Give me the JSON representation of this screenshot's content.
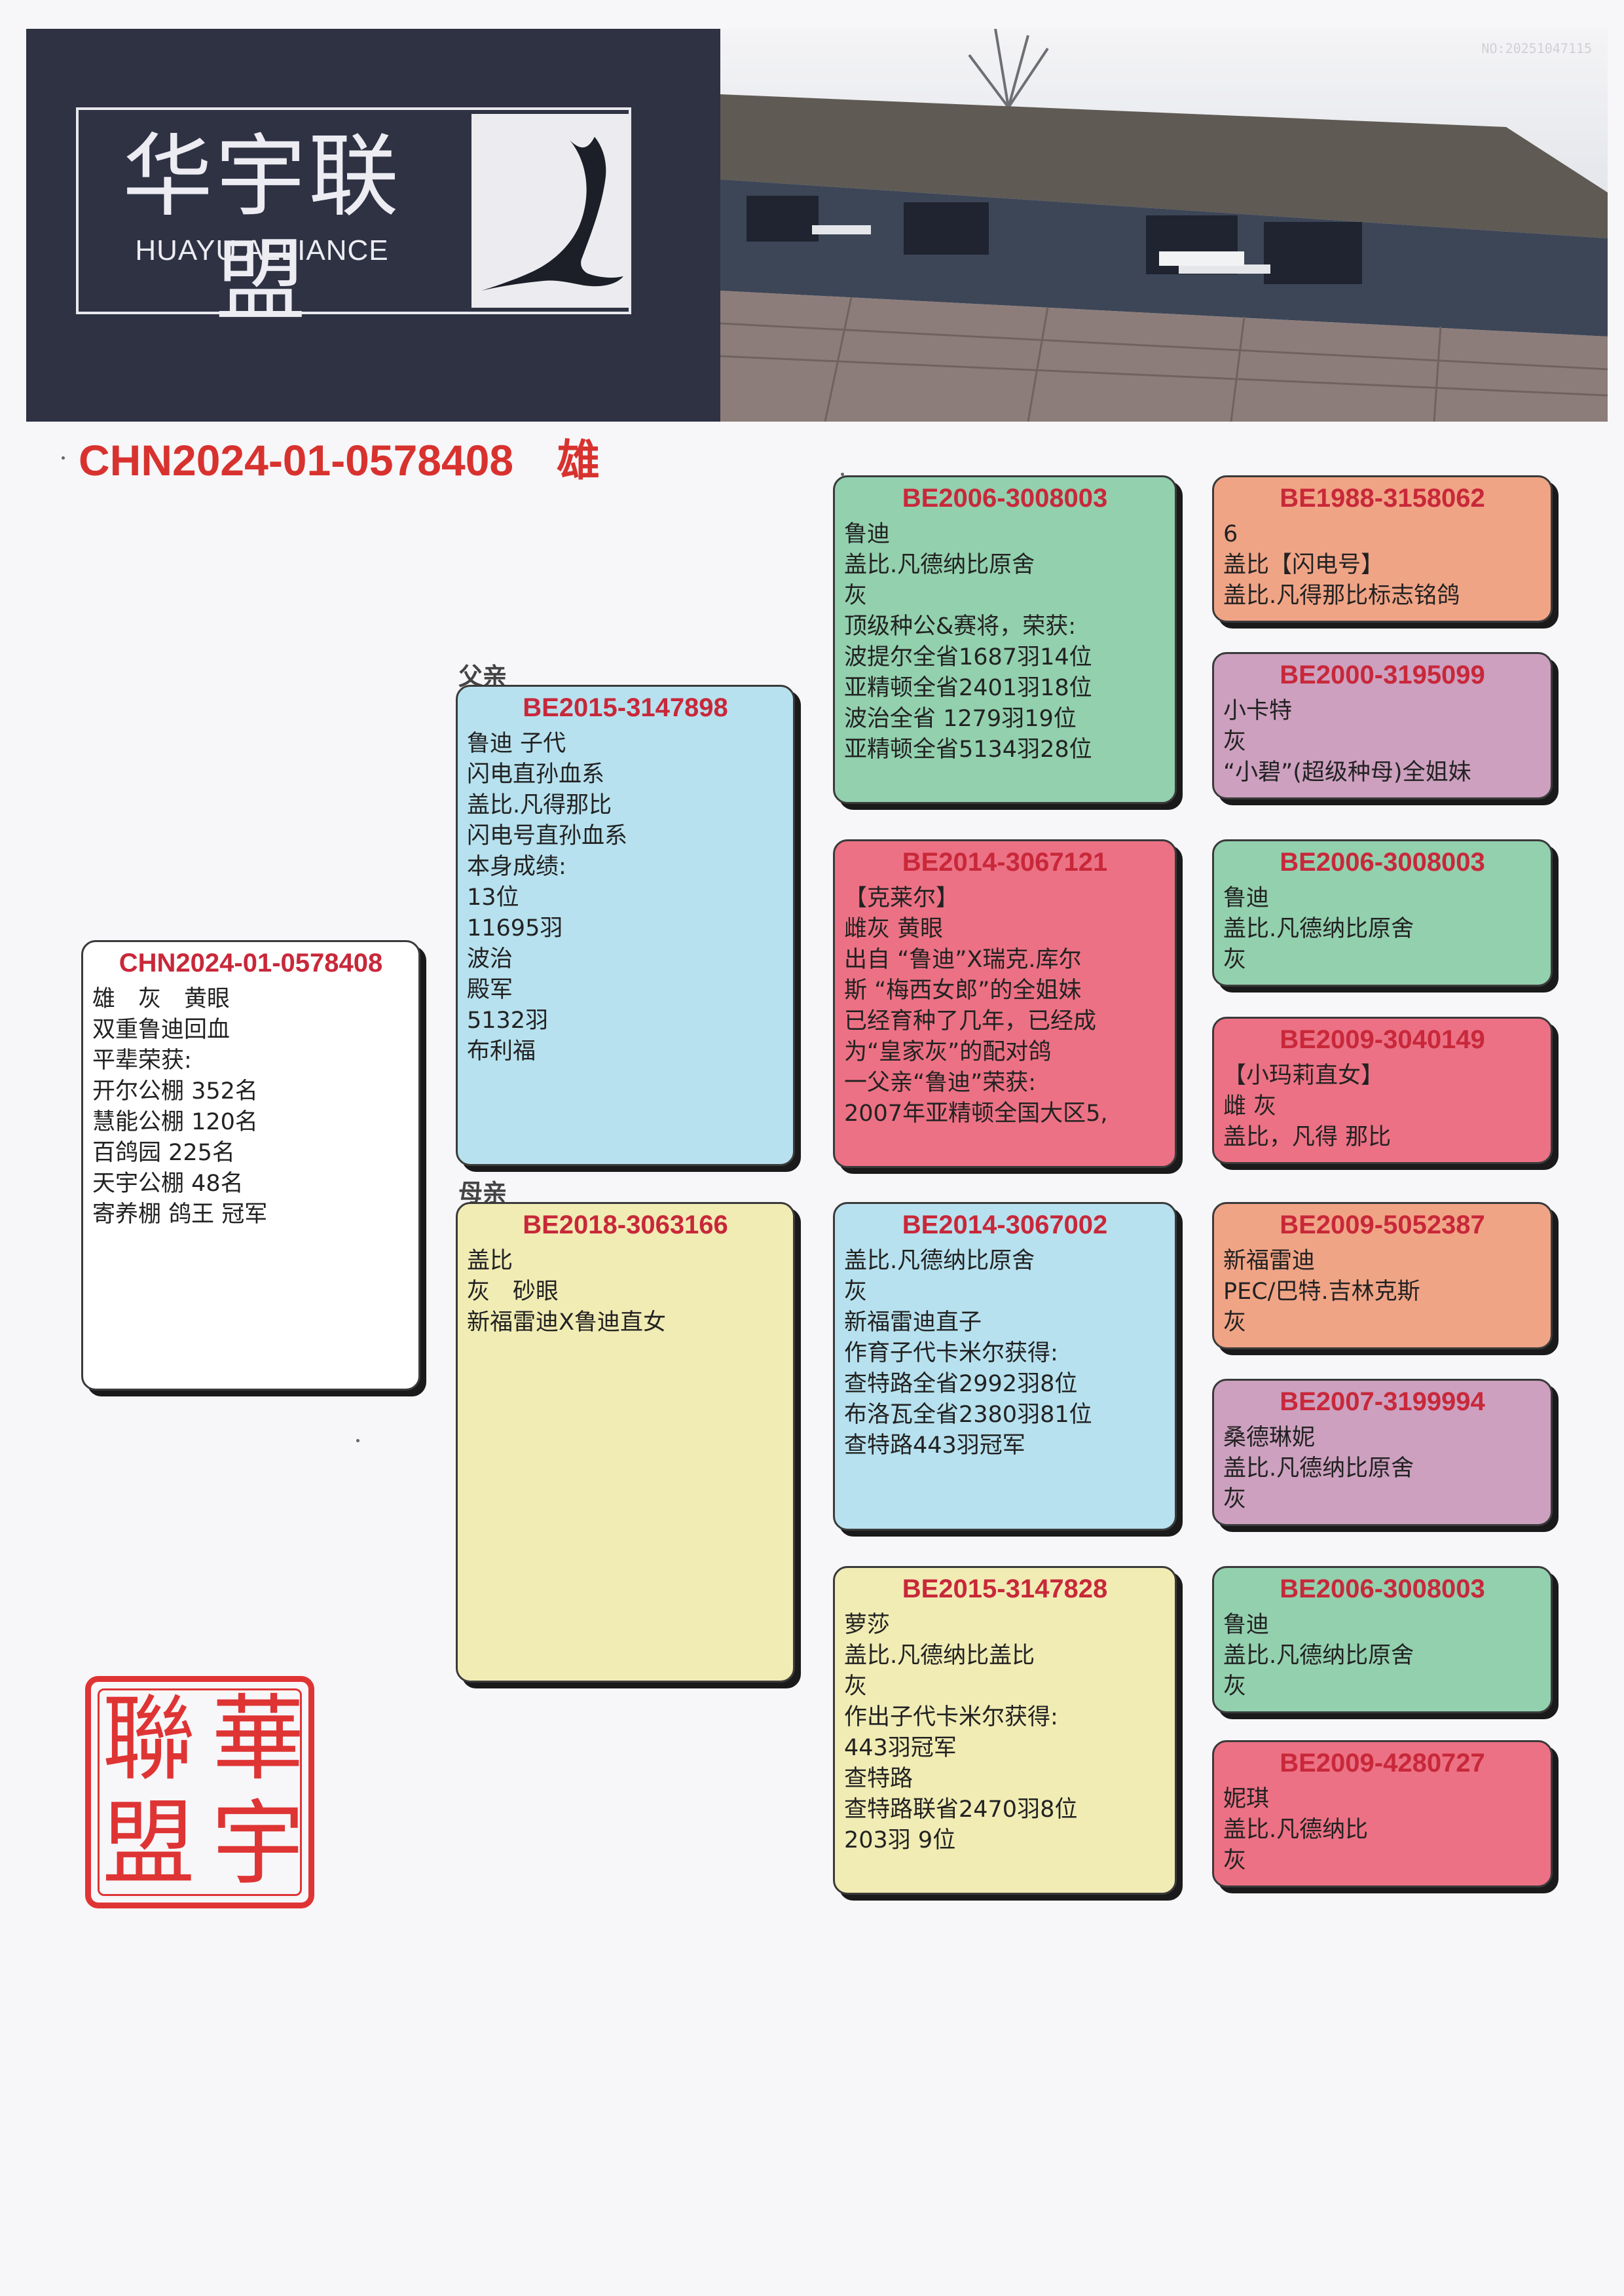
{
  "header": {
    "logo_cn": "华宇联盟",
    "logo_en": "HUAYU ALLIANCE",
    "serial": "NO:20251047115"
  },
  "title": {
    "ring": "CHN2024-01-0578408",
    "sex": "雄"
  },
  "labels": {
    "father": "父亲",
    "mother": "母亲"
  },
  "subject": {
    "id": "CHN2024-01-0578408",
    "lines": [
      "雄　灰　黄眼",
      "双重鲁迪回血",
      "平辈荣获:",
      "开尔公棚 352名",
      "慧能公棚 120名",
      "百鸽园 225名",
      "天宇公棚 48名",
      "寄养棚 鸽王 冠军"
    ]
  },
  "father": {
    "id": "BE2015-3147898",
    "lines": [
      "鲁迪 子代",
      "闪电直孙血系",
      "盖比.凡得那比",
      "闪电号直孙血系",
      "本身成绩:",
      "13位",
      "11695羽",
      "波治",
      "殿军",
      "5132羽",
      "布利福"
    ]
  },
  "mother": {
    "id": "BE2018-3063166",
    "lines": [
      "盖比",
      "灰　砂眼",
      "新福雷迪X鲁迪直女"
    ]
  },
  "grandparents": [
    {
      "id": "BE2006-3008003",
      "lines": [
        "鲁迪",
        "盖比.凡德纳比原舍",
        "灰",
        "顶级种公&赛将，荣获:",
        "波提尔全省1687羽14位",
        "亚精顿全省2401羽18位",
        "波治全省  1279羽19位",
        "亚精顿全省5134羽28位"
      ]
    },
    {
      "id": "BE2014-3067121",
      "lines": [
        "【克莱尔】",
        "雌灰 黄眼",
        "出自 “鲁迪”X瑞克.库尔",
        "斯 “梅西女郎”的全姐妹",
        "已经育种了几年，已经成",
        "为“皇家灰”的配对鸽",
        "一父亲“鲁迪”荣获:",
        "2007年亚精顿全国大区5,"
      ]
    },
    {
      "id": "BE2014-3067002",
      "lines": [
        "盖比.凡德纳比原舍",
        "灰",
        "新福雷迪直子",
        "作育子代卡米尔获得:",
        "查特路全省2992羽8位",
        "布洛瓦全省2380羽81位",
        "查特路443羽冠军"
      ]
    },
    {
      "id": "BE2015-3147828",
      "lines": [
        "萝莎",
        "盖比.凡德纳比盖比",
        "灰",
        "作出子代卡米尔获得:",
        "443羽冠军",
        "查特路",
        "查特路联省2470羽8位",
        "203羽 9位"
      ]
    }
  ],
  "great_grandparents": [
    {
      "id": "BE1988-3158062",
      "lines": [
        "6",
        "盖比【闪电号】",
        "盖比.凡得那比标志铭鸽"
      ]
    },
    {
      "id": "BE2000-3195099",
      "lines": [
        "小卡特",
        "灰",
        "“小碧”(超级种母)全姐妹"
      ]
    },
    {
      "id": "BE2006-3008003",
      "lines": [
        "鲁迪",
        "盖比.凡德纳比原舍",
        "灰"
      ]
    },
    {
      "id": "BE2009-3040149",
      "lines": [
        "【小玛莉直女】",
        "雌 灰",
        "盖比，凡得 那比"
      ]
    },
    {
      "id": "BE2009-5052387",
      "lines": [
        "新福雷迪",
        "PEC/巴特.吉林克斯",
        "灰"
      ]
    },
    {
      "id": "BE2007-3199994",
      "lines": [
        "桑德琳妮",
        "盖比.凡德纳比原舍",
        "灰"
      ]
    },
    {
      "id": "BE2006-3008003",
      "lines": [
        "鲁迪",
        "盖比.凡德纳比原舍",
        "灰"
      ]
    },
    {
      "id": "BE2009-4280727",
      "lines": [
        "妮琪",
        "盖比.凡德纳比",
        "灰"
      ]
    }
  ],
  "seal": [
    "華",
    "宇",
    "聯",
    "盟"
  ],
  "colors": {
    "title_red": "#d8322f",
    "id_red": "#c8283a",
    "green": "#93d0ae",
    "orange": "#f0a486",
    "purple": "#cda0bf",
    "red": "#ec7184",
    "blue": "#b7e1ee",
    "yellow": "#f1ecb4",
    "header_bg": "#2e3243"
  }
}
